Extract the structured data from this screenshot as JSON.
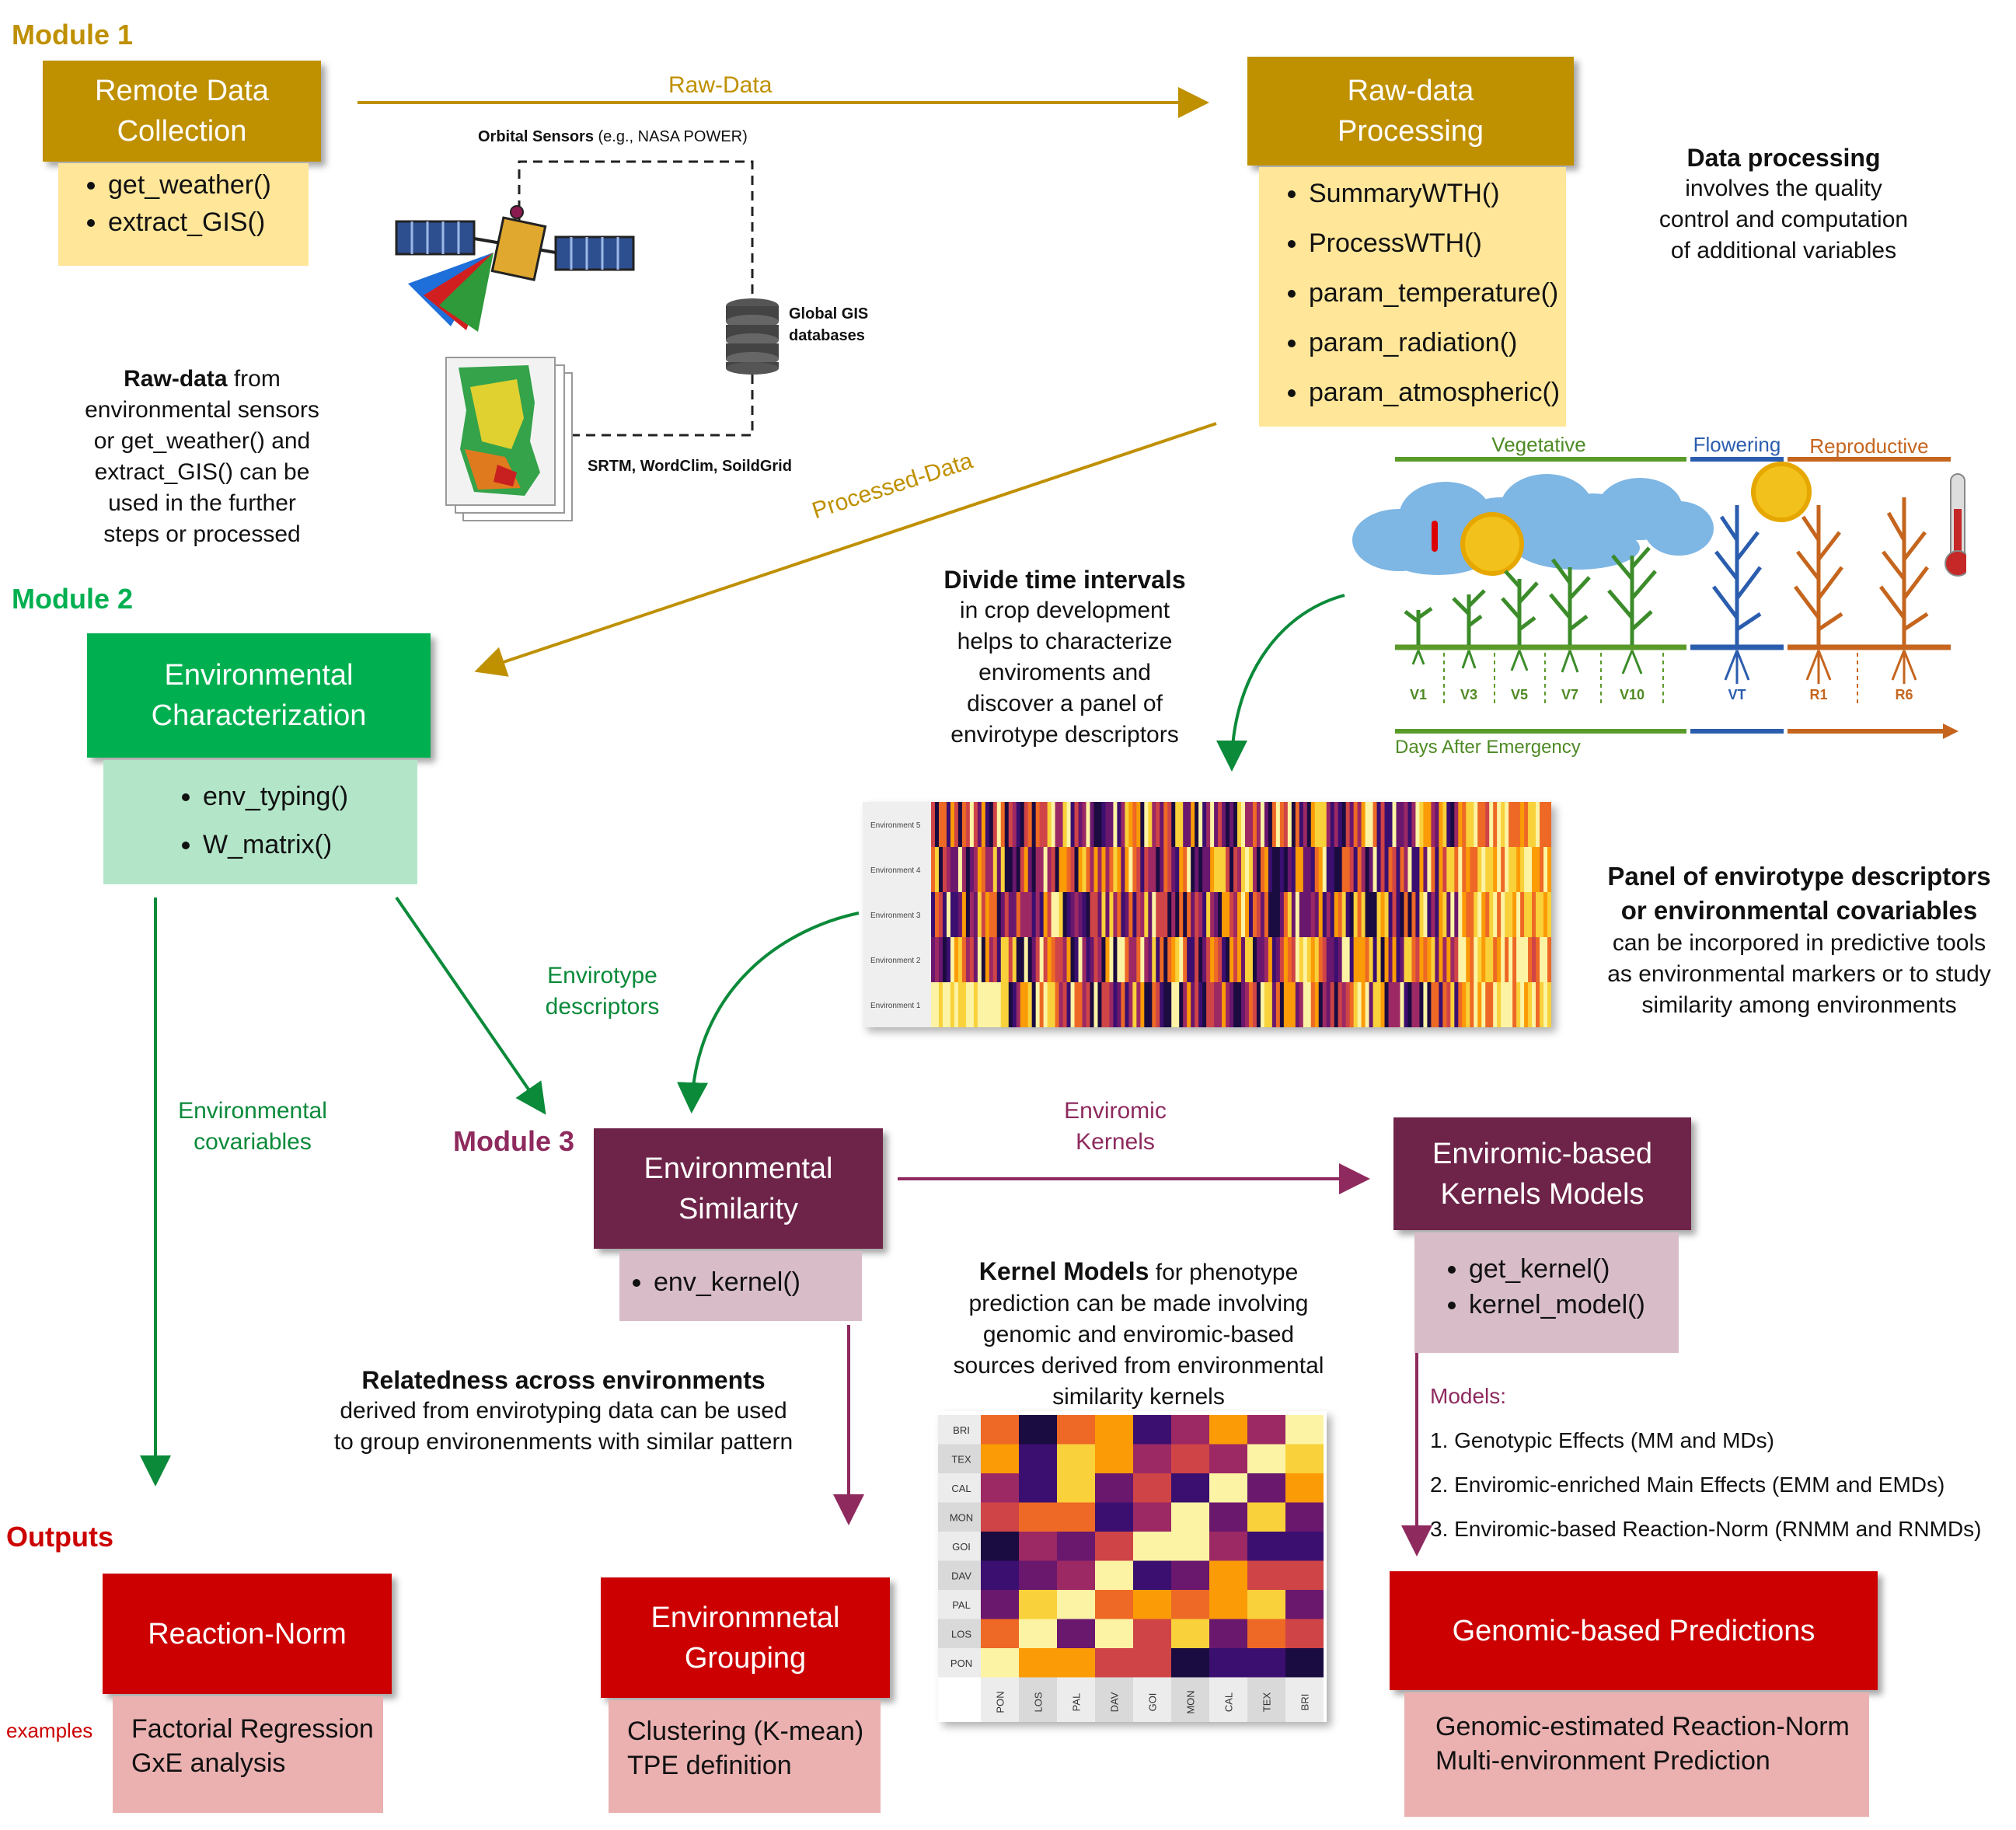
{
  "modules": {
    "m1": "Module 1",
    "m2": "Module 2",
    "m3": "Module 3",
    "outputs": "Outputs"
  },
  "boxes": {
    "remote": {
      "title": "Remote Data\nCollection",
      "items": [
        "get_weather()",
        "extract_GIS()"
      ]
    },
    "rawproc": {
      "title": "Raw-data\nProcessing",
      "items": [
        "SummaryWTH()",
        "ProcessWTH()",
        "param_temperature()",
        "param_radiation()",
        "param_atmospheric()"
      ]
    },
    "envchar": {
      "title": "Environmental\nCharacterization",
      "items": [
        "env_typing()",
        "W_matrix()"
      ]
    },
    "envsim": {
      "title": "Environmental\nSimilarity",
      "items": [
        "env_kernel()"
      ]
    },
    "kernels": {
      "title": "Enviromic-based\nKernels Models",
      "items": [
        "get_kernel()",
        "kernel_model()"
      ]
    },
    "reaction": {
      "title": "Reaction-Norm",
      "lines": [
        "Factorial Regression",
        "GxE analysis"
      ]
    },
    "grouping": {
      "title": "Environmnetal\nGrouping",
      "lines": [
        "Clustering (K-mean)",
        "TPE definition"
      ]
    },
    "genomic": {
      "title": "Genomic-based Predictions",
      "lines": [
        "Genomic-estimated Reaction-Norm",
        "Multi-environment Prediction"
      ]
    }
  },
  "arrows": {
    "rawdata": "Raw-Data",
    "processed": "Processed-Data",
    "envtype": "Envirotype\ndescriptors",
    "envcov": "Environmental\ncovariables",
    "enviromic": "Enviromic\nKernels"
  },
  "notes": {
    "rawdata_bold": "Raw-data",
    "rawdata_text": " from\nenvironmental sensors\nor get_weather() and\nextract_GIS() can be\nused in the further\nsteps or processed",
    "dataproc_bold": "Data processing",
    "dataproc_text": "involves the quality\ncontrol and computation\nof additional variables",
    "divide_bold": "Divide time intervals",
    "divide_text": "in crop development\nhelps to characterize\nenviroments and\ndiscover a panel of\nenvirotype descriptors",
    "panel_bold": "Panel of envirotype descriptors\nor environmental covariables",
    "panel_text": "can be incorpored in predictive tools\nas environmental markers or to study\nsimilarity among environments",
    "kernel_bold": "Kernel Models",
    "kernel_text": " for phenotype\nprediction can be made involving\ngenomic and enviromic-based\nsources derived from environmental\nsimilarity kernels",
    "related_bold": "Relatedness across environments",
    "related_text": "derived from envirotyping data can be used\nto group environenments with similar pattern"
  },
  "models": {
    "title": "Models:",
    "items": [
      "1. Genotypic Effects (MM and MDs)",
      "2. Enviromic-enriched Main Effects (EMM and EMDs)",
      "3. Enviromic-based Reaction-Norm (RNMM and RNMDs)"
    ]
  },
  "examples": "examples",
  "sensors": {
    "orbital_bold": "Orbital Sensors",
    "orbital_rest": " (e.g., NASA POWER)",
    "gis": "Global GIS\ndatabases",
    "srtm": "SRTM, WordClim, SoildGrid"
  },
  "crop": {
    "stages": [
      "Vegetative",
      "Flowering",
      "Reproductive"
    ],
    "ticks": [
      "V1",
      "V3",
      "V5",
      "V7",
      "V10",
      "VT",
      "R1",
      "R6"
    ],
    "xlabel": "Days After Emergency"
  },
  "heatmap_envs": [
    "Environment 5",
    "Environment 4",
    "Environment 3",
    "Environment 2",
    "Environment 1"
  ],
  "kernel_matrix": {
    "rows": [
      "BRI",
      "TEX",
      "CAL",
      "MON",
      "GOI",
      "DAV",
      "PAL",
      "LOS",
      "PON"
    ],
    "cols": [
      "PON",
      "LOS",
      "PAL",
      "DAV",
      "GOI",
      "MON",
      "CAL",
      "TEX",
      "BRI"
    ]
  },
  "colors": {
    "gold": "#BF9000",
    "green": "#00B050",
    "plum": "#6E2448",
    "red": "#CC0000"
  }
}
